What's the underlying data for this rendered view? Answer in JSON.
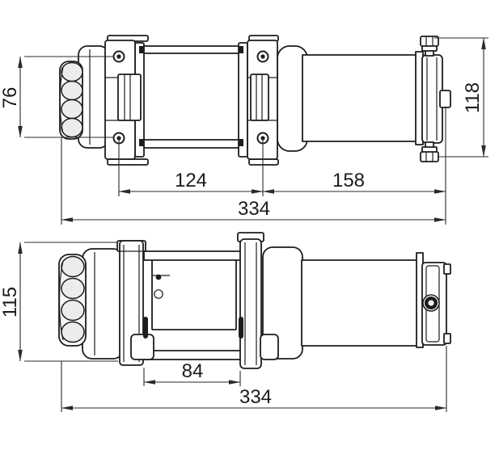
{
  "drawing": {
    "description": "Two-view dimensioned engineering line drawing of an electric winch",
    "background": "#ffffff",
    "line_color": "#1d1d1d",
    "views": [
      "side elevation (top)",
      "plan view (bottom)"
    ]
  },
  "top_view": {
    "dims": {
      "mount_holes_vertical": "76",
      "overall_height": "118",
      "mount_holes_spacing": "124",
      "holes_to_gear_end": "158",
      "overall_length": "334"
    }
  },
  "bottom_view": {
    "dims": {
      "overall_width": "115",
      "drum_inner_width": "84",
      "overall_length": "334"
    }
  }
}
